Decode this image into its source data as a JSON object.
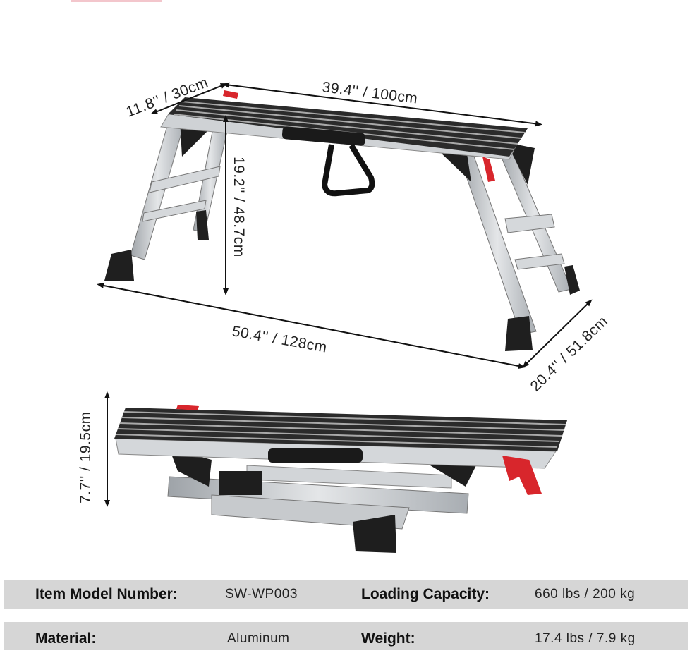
{
  "dimensions": {
    "depth_top": "11.8'' / 30cm",
    "length_top": "39.4'' / 100cm",
    "height": "19.2'' / 48.7cm",
    "length_base": "50.4'' / 128cm",
    "depth_base": "20.4'' / 51.8cm",
    "folded_height": "7.7'' / 19.5cm"
  },
  "specs": {
    "model_label": "Item Model Number:",
    "model_value": "SW-WP003",
    "capacity_label": "Loading Capacity:",
    "capacity_value": "660 lbs / 200 kg",
    "material_label": "Material:",
    "material_value": "Aluminum",
    "weight_label": "Weight:",
    "weight_value": "17.4 lbs / 7.9 kg"
  },
  "colors": {
    "row_bg": "#d6d6d6",
    "aluminum": "#c9ccd0",
    "tread": "#2b2b2b",
    "latch_red": "#d8262c"
  }
}
